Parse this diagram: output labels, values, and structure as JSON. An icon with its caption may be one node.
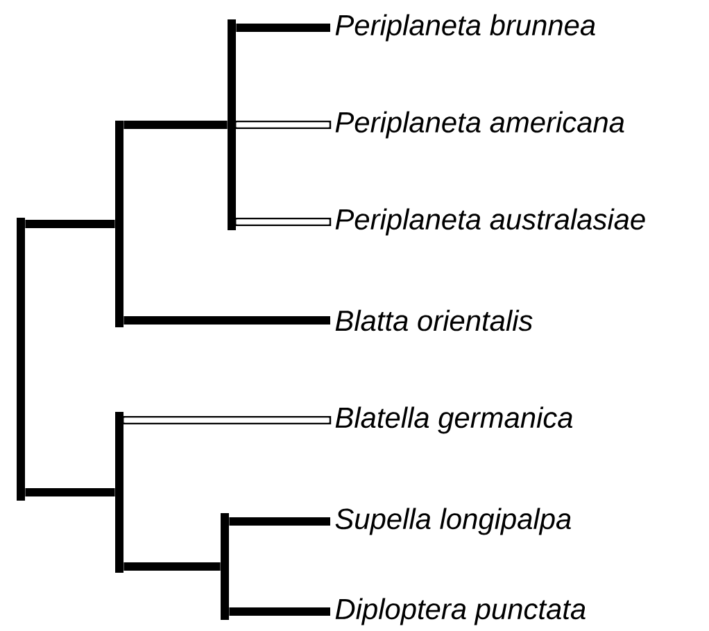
{
  "diagram": {
    "nodes": [
      {
        "text": [],
        "shape": "bar"
      },
      {
        "text": [],
        "shape": "bar"
      },
      {
        "text": [],
        "shape": "bar"
      },
      {
        "text": [
          "Periplaneta brunnea"
        ]
      },
      {
        "text": [
          "Periplaneta americana"
        ]
      },
      {
        "text": [
          "Periplaneta australasiae"
        ]
      },
      {
        "text": [
          "Blatta orientalis"
        ]
      },
      {
        "text": [],
        "shape": "bar"
      },
      {
        "text": [
          "Blatella germanica"
        ]
      },
      {
        "text": [],
        "shape": "bar"
      },
      {
        "text": [
          "Supella longipalpa"
        ]
      },
      {
        "text": [
          "Diploptera punctata"
        ]
      }
    ],
    "edges": [
      {
        "from": 0,
        "to": 1,
        "arrow": "none"
      },
      {
        "from": 0,
        "to": 7,
        "arrow": "none"
      },
      {
        "from": 1,
        "to": 2,
        "arrow": "none"
      },
      {
        "from": 2,
        "to": 3,
        "arrow": "none"
      },
      {
        "from": 2,
        "to": 4,
        "arrow": "none",
        "color": "#ffffff"
      },
      {
        "from": 2,
        "to": 5,
        "arrow": "none",
        "color": "#ffffff"
      },
      {
        "from": 1,
        "to": 6,
        "arrow": "none"
      },
      {
        "from": 7,
        "to": 8,
        "arrow": "none",
        "color": "#ffffff"
      },
      {
        "from": 7,
        "to": 9,
        "arrow": "none"
      },
      {
        "from": 9,
        "to": 10,
        "arrow": "none"
      },
      {
        "from": 9,
        "to": 11,
        "arrow": "none"
      }
    ]
  }
}
